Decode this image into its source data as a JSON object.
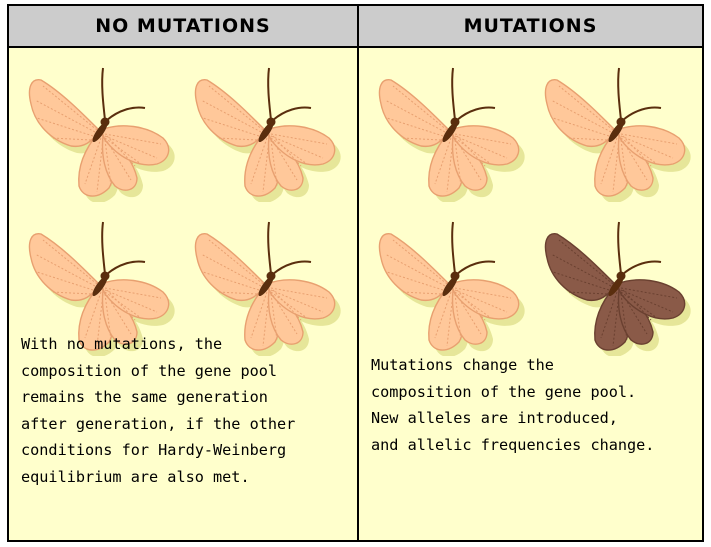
{
  "panels": [
    {
      "title": "NO MUTATIONS",
      "butterflies": [
        "normal",
        "normal",
        "normal",
        "normal"
      ],
      "caption": "With no mutations, the\ncomposition of the gene pool\nremains the same generation\nafter generation, if the other\nconditions for Hardy-Weinberg\nequilibrium are also met."
    },
    {
      "title": "MUTATIONS",
      "butterflies": [
        "normal",
        "normal",
        "normal",
        "mutant"
      ],
      "caption": "Mutations change the\ncomposition of the gene pool.\nNew alleles are introduced,\nand allelic frequencies change."
    }
  ],
  "colors": {
    "background": "#ffffcc",
    "header": "#cccccc",
    "normal_wing": "#ffc89a",
    "normal_vein": "#e8a070",
    "mutant_wing": "#8a5a48",
    "mutant_vein": "#6a4030",
    "shadow": "#e6e699",
    "body": "#5a2e0e"
  }
}
